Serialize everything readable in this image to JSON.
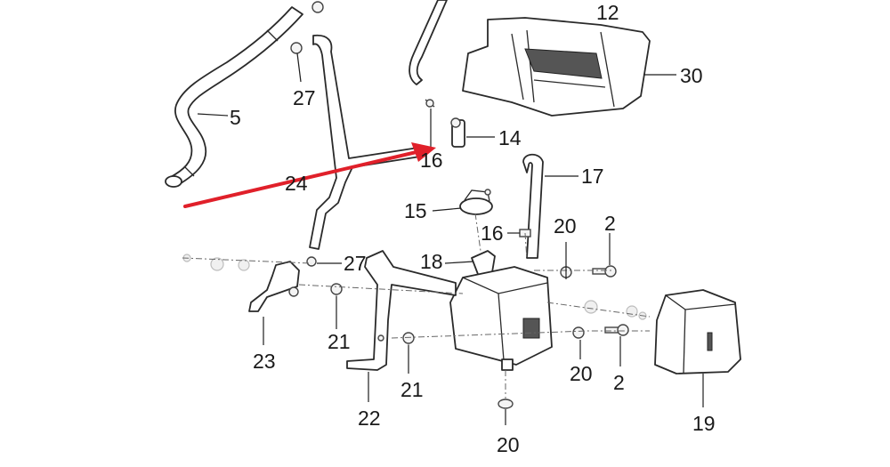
{
  "diagram": {
    "callouts": [
      {
        "id": "c12",
        "text": "12"
      },
      {
        "id": "c30",
        "text": "30"
      },
      {
        "id": "c5",
        "text": "5"
      },
      {
        "id": "c27a",
        "text": "27"
      },
      {
        "id": "c14",
        "text": "14"
      },
      {
        "id": "c16a",
        "text": "16"
      },
      {
        "id": "c24",
        "text": "24"
      },
      {
        "id": "c17",
        "text": "17"
      },
      {
        "id": "c15",
        "text": "15"
      },
      {
        "id": "c20a",
        "text": "20"
      },
      {
        "id": "c2a",
        "text": "2"
      },
      {
        "id": "c16b",
        "text": "16"
      },
      {
        "id": "c18",
        "text": "18"
      },
      {
        "id": "c27b",
        "text": "27"
      },
      {
        "id": "c23",
        "text": "23"
      },
      {
        "id": "c21a",
        "text": "21"
      },
      {
        "id": "c21b",
        "text": "21"
      },
      {
        "id": "c22",
        "text": "22"
      },
      {
        "id": "c20b",
        "text": "20"
      },
      {
        "id": "c2b",
        "text": "2"
      },
      {
        "id": "c20c",
        "text": "20"
      },
      {
        "id": "c19",
        "text": "19"
      }
    ],
    "highlight_color": "#e0202a",
    "line_color": "#1f1f1f"
  }
}
